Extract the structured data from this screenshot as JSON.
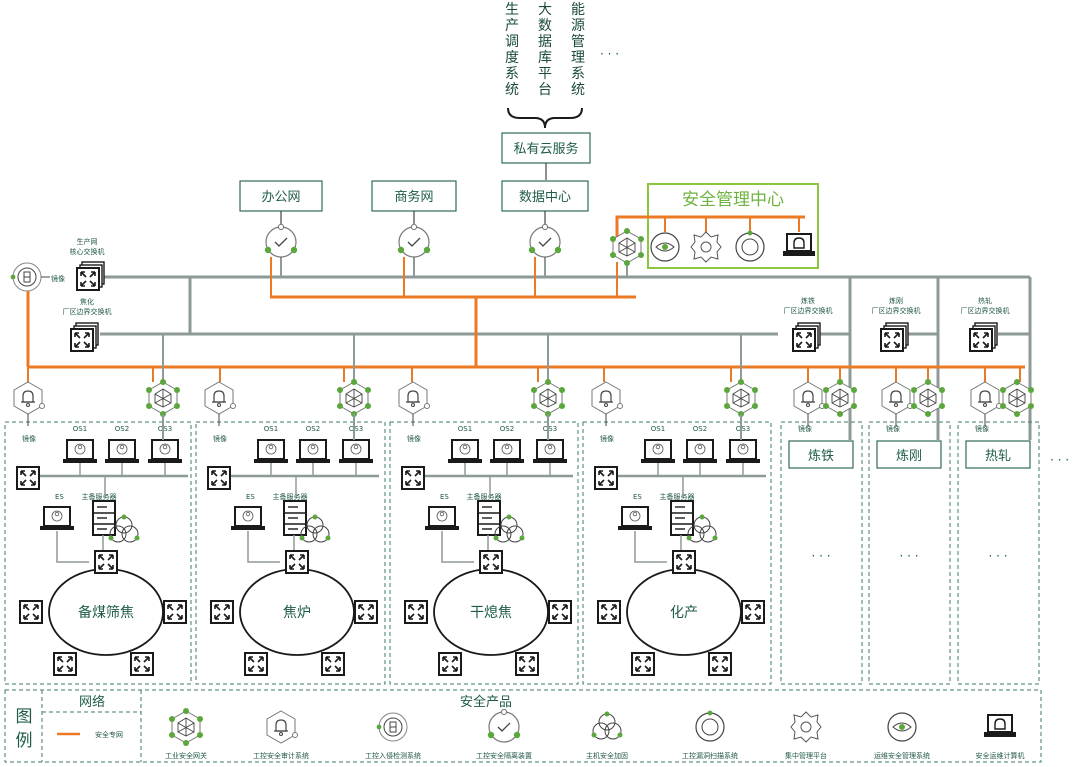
{
  "top_systems": {
    "col1": [
      "生",
      "产",
      "调",
      "度",
      "系",
      "统"
    ],
    "col2": [
      "大",
      "数",
      "据",
      "库",
      "平",
      "台"
    ],
    "col3": [
      "能",
      "源",
      "管",
      "理",
      "系",
      "统"
    ],
    "ellipsis": "· · ·"
  },
  "top_boxes": {
    "cloud": "私有云服务",
    "office": "办公网",
    "business": "商务网",
    "datacenter": "数据中心"
  },
  "security_center": {
    "title": "安全管理中心"
  },
  "left_switches": {
    "core_l1": "生产网",
    "core_l2": "核心交换机",
    "coking_l1": "焦化",
    "coking_l2": "厂区边界交换机",
    "mirror": "镜像"
  },
  "right_switches": {
    "iron_l1": "炼铁",
    "iron_l2": "厂区边界交换机",
    "steel_l1": "炼刚",
    "steel_l2": "厂区边界交换机",
    "roll_l1": "热轧",
    "roll_l2": "厂区边界交换机"
  },
  "zone_labels": {
    "mirror": "镜像",
    "os1": "OS1",
    "os2": "OS2",
    "os3": "OS3",
    "es": "ES",
    "server": "主备服务器"
  },
  "zones": [
    "备煤筛焦",
    "焦炉",
    "干熄焦",
    "化产"
  ],
  "right_zones": [
    "炼铁",
    "炼刚",
    "热轧"
  ],
  "zone_ellipsis": "· · ·",
  "outer_ellipsis": "· · ·",
  "legend": {
    "title_chars": [
      "图",
      "例"
    ],
    "network_header": "网络",
    "network_item": "安全专网",
    "products_header": "安全产品",
    "products": [
      {
        "label": "工业安全网关",
        "icon": "industrial-gateway-icon"
      },
      {
        "label": "工控安全审计系统",
        "icon": "audit-bell-icon"
      },
      {
        "label": "工控入侵检测系统",
        "icon": "intrusion-detection-icon"
      },
      {
        "label": "工控安全隔离装置",
        "icon": "isolation-device-icon"
      },
      {
        "label": "主机安全加固",
        "icon": "host-hardening-icon"
      },
      {
        "label": "工控漏洞扫描系统",
        "icon": "vulnerability-scan-icon"
      },
      {
        "label": "集中管理平台",
        "icon": "management-gear-icon"
      },
      {
        "label": "运维安全管理系统",
        "icon": "eye-ops-icon"
      },
      {
        "label": "安全运维计算机",
        "icon": "ops-computer-icon"
      }
    ]
  },
  "colors": {
    "security_network": "#ec7a24",
    "backbone": "#8e9a97",
    "accent_green": "#5aa83c",
    "text": "#1f5c48"
  }
}
